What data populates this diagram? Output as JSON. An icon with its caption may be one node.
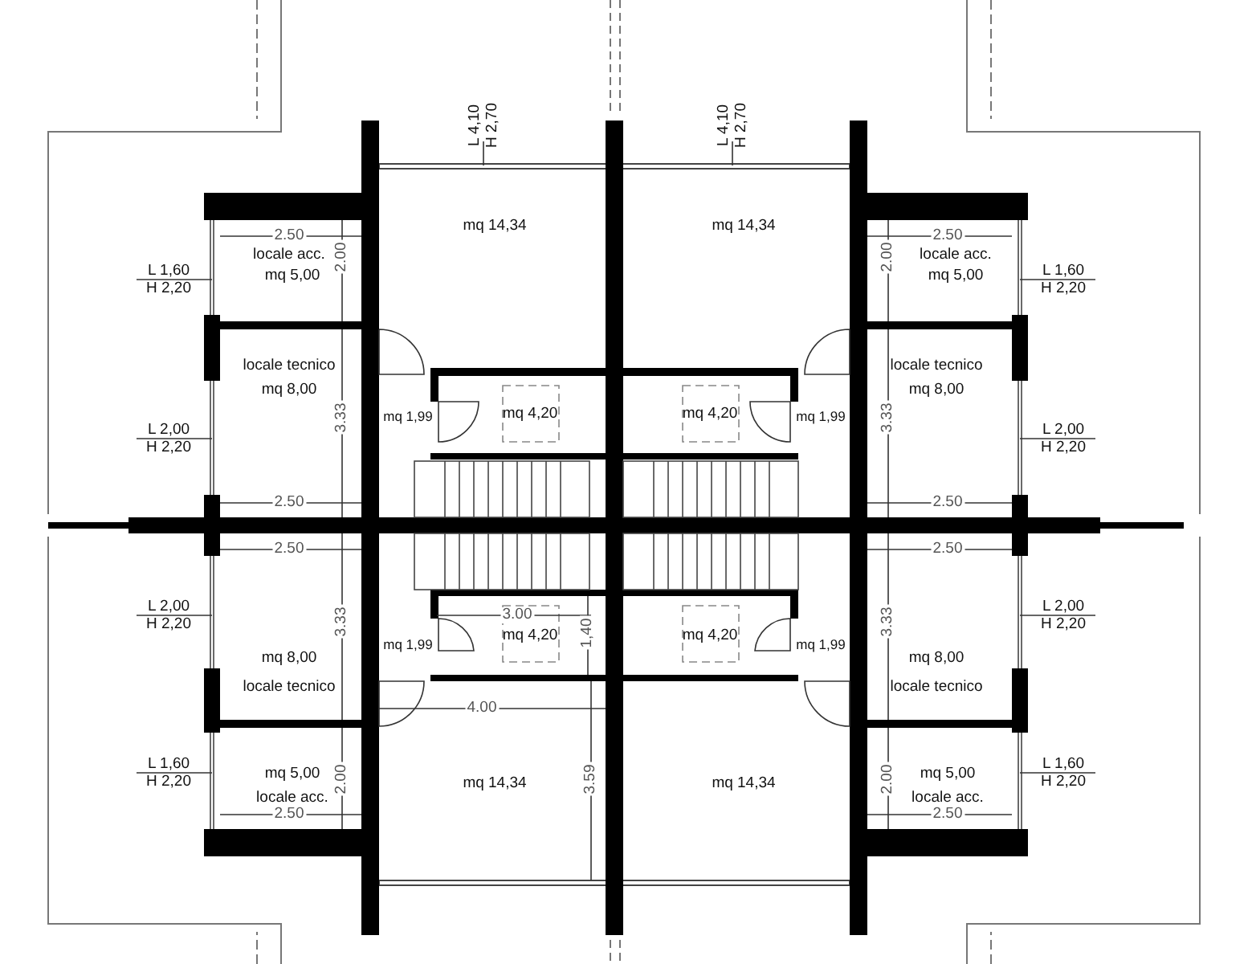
{
  "diagram": {
    "nodes": [
      {
        "text": [
          "L 4,10",
          "H 2,70"
        ]
      },
      {
        "text": [
          "L 4,10",
          "H 2,70"
        ]
      },
      {
        "text": [
          "L 1,60",
          "H 2,20"
        ]
      },
      {
        "text": [
          "L 1,60",
          "H 2,20"
        ]
      },
      {
        "text": [
          "L 2,00",
          "H 2,20"
        ]
      },
      {
        "text": [
          "L 2,00",
          "H 2,20"
        ]
      },
      {
        "text": [
          "L 2,00",
          "H 2,20"
        ]
      },
      {
        "text": [
          "L 2,00",
          "H 2,20"
        ]
      },
      {
        "text": [
          "L 1,60",
          "H 2,20"
        ]
      },
      {
        "text": [
          "L 1,60",
          "H 2,20"
        ]
      }
    ],
    "edges": [
      {
        "from": 0,
        "to": null,
        "arrow": "none"
      },
      {
        "from": 1,
        "to": null,
        "arrow": "none"
      },
      {
        "from": 2,
        "to": null,
        "arrow": "none"
      },
      {
        "from": 3,
        "to": null,
        "arrow": "none"
      },
      {
        "from": 4,
        "to": null,
        "arrow": "none"
      },
      {
        "from": 5,
        "to": null,
        "arrow": "none"
      },
      {
        "from": 6,
        "to": null,
        "arrow": "none"
      },
      {
        "from": 7,
        "to": null,
        "arrow": "none"
      },
      {
        "from": 8,
        "to": null,
        "arrow": "none"
      },
      {
        "from": 9,
        "to": null,
        "arrow": "none"
      }
    ],
    "labels": [
      "mq 14,34",
      "mq 14,34",
      "2.50",
      "2.50",
      "locale acc.",
      "2.00",
      "2.00",
      "locale acc.",
      "mq 5,00",
      "mq 5,00",
      "locale tecnico",
      "locale tecnico",
      "mq 8,00",
      "mq 8,00",
      "3.33",
      "mq 1,99",
      "mq 4,20",
      "mq 4,20",
      "mq 1,99",
      "3.33",
      "2.50",
      "2.50",
      "2.50",
      "2.50",
      "3.33",
      "mq 1,99",
      "3.00",
      "mq 4,20",
      "1,40",
      "mq 4,20",
      "mq 1,99",
      "3.33",
      "mq 8,00",
      "mq 8,00",
      "locale tecnico",
      "locale tecnico",
      "4.00",
      "mq 5,00",
      "2.00",
      "mq 14,34",
      "3.59",
      "mq 14,34",
      "2.00",
      "mq 5,00",
      "locale acc.",
      "locale acc.",
      "2.50",
      "2.50"
    ]
  }
}
